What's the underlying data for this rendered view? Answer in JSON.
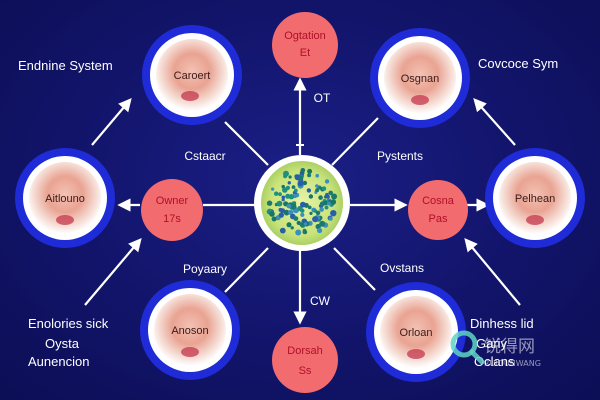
{
  "center_node": {
    "icon": "cell-cluster-icon"
  },
  "pills": {
    "top": {
      "line1": "Ogtation",
      "line2": "Et"
    },
    "left": {
      "line1": "Owner",
      "line2": "17s"
    },
    "right": {
      "line1": "Cosna",
      "line2": "Pas"
    },
    "bottom": {
      "line1": "Dorsah",
      "line2": "Ss"
    }
  },
  "circles": {
    "top_left": {
      "label": "Caroert"
    },
    "top_right": {
      "label": "Osgnan"
    },
    "left": {
      "label": "Aitlouno"
    },
    "right": {
      "label": "Pelhean"
    },
    "bottom_left": {
      "label": "Anoson"
    },
    "bottom_right": {
      "label": "Orloan"
    }
  },
  "labels": {
    "endocrine": "Endnine System",
    "coovcoce": "Covcoce Sym",
    "cstaacr": "Cstaacr",
    "pystents": "Pystents",
    "poyaary": "Poyaary",
    "ovstans": "Ovstans",
    "or": "OT",
    "cw": "CW",
    "bottom_left_1": "Enolories sick",
    "bottom_left_2": "Oysta",
    "bottom_left_3": "Aunencion",
    "bottom_right_1": "Dinhess lid",
    "bottom_right_2": "Gariy",
    "bottom_right_3": "Oclans"
  },
  "watermark": {
    "main": "锐得网",
    "sub": "RUIDUNWANG",
    "icon": "magnifier-logo-icon"
  }
}
